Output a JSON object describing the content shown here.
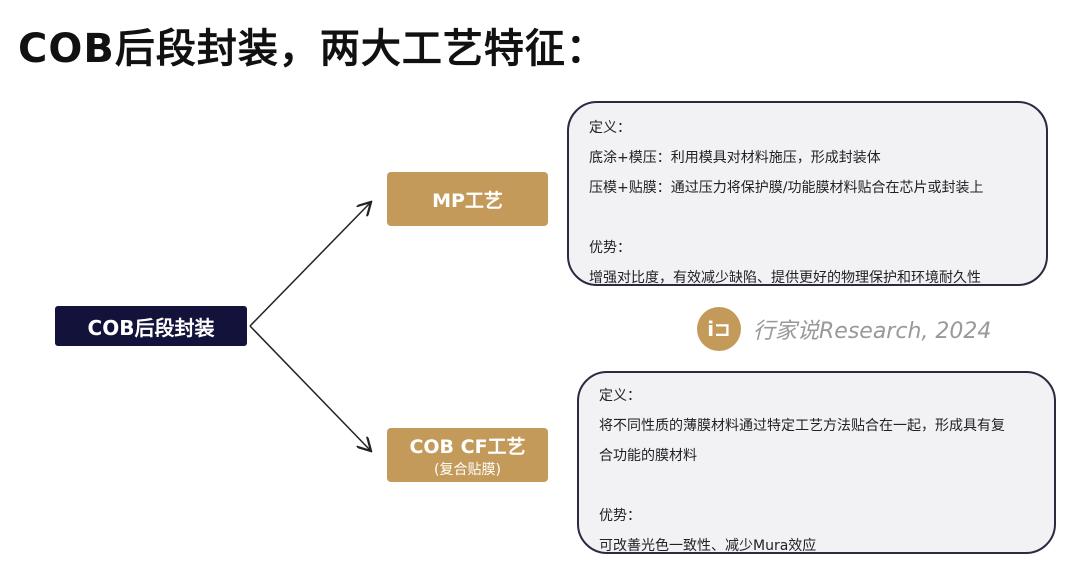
{
  "title": "COB后段封装，两大工艺特征：",
  "root": "COB后段封装",
  "mp": {
    "label": "MP工艺",
    "lines": [
      "定义：",
      "底涂+模压：利用模具对材料施压，形成封装体",
      "压模+贴膜：通过压力将保护膜/功能膜材料贴合在芯片或封装上",
      "优势：",
      "增强对比度，有效减少缺陷、提供更好的物理保护和环境耐久性"
    ]
  },
  "cf": {
    "label": "COB CF工艺",
    "sub": "(复合贴膜)",
    "lines": [
      "定义：",
      "将不同性质的薄膜材料通过特定工艺方法贴合在一起，形成具有复",
      "合功能的膜材料",
      "优势：",
      "可改善光色一致性、减少Mura效应"
    ]
  },
  "source": {
    "logo": "行",
    "text": "行家说Research, 2024"
  },
  "colors": {
    "navy": "#12123a",
    "gold": "#c49a5a"
  }
}
